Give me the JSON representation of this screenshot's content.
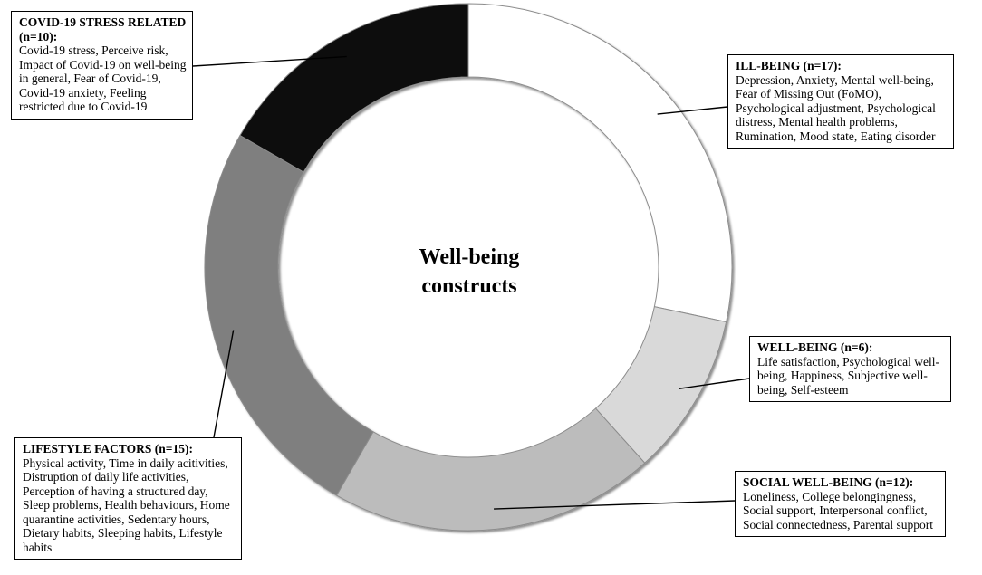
{
  "center_label": {
    "line1": "Well-being",
    "line2": "constructs"
  },
  "chart_data": {
    "type": "pie",
    "style": "donut",
    "categories": [
      "ILL-BEING",
      "WELL-BEING",
      "SOCIAL WELL-BEING",
      "LIFESTYLE FACTORS",
      "COVID-19 STRESS RELATED"
    ],
    "values": [
      17,
      6,
      12,
      15,
      10
    ],
    "colors": [
      "#ffffff",
      "#d9d9d9",
      "#bcbcbc",
      "#7f7f7f",
      "#0d0d0d"
    ]
  },
  "callouts": {
    "covid": {
      "title": "COVID-19 STRESS RELATED (n=10):",
      "body": "Covid-19 stress, Perceive risk, Impact of Covid-19 on well-being in general, Fear of Covid-19, Covid-19 anxiety, Feeling restricted due to Covid-19"
    },
    "illbeing": {
      "title": "ILL-BEING (n=17):",
      "body": "Depression, Anxiety, Mental well-being, Fear of Missing Out (FoMO), Psychological adjustment, Psychological distress, Mental health problems, Rumination, Mood state, Eating disorder"
    },
    "wellbeing": {
      "title": "WELL-BEING (n=6):",
      "body": "Life satisfaction, Psychological well-being, Happiness, Subjective well-being, Self-esteem"
    },
    "social": {
      "title": "SOCIAL WELL-BEING (n=12):",
      "body": "Loneliness, College belongingness, Social support, Interpersonal conflict, Social connectedness, Parental support"
    },
    "lifestyle": {
      "title": "LIFESTYLE FACTORS (n=15):",
      "body": "Physical activity, Time in daily acitivities, Distruption of daily life activities, Perception of having a structured day, Sleep problems, Health behaviours, Home quarantine activities, Sedentary hours, Dietary habits, Sleeping habits, Lifestyle habits"
    }
  }
}
